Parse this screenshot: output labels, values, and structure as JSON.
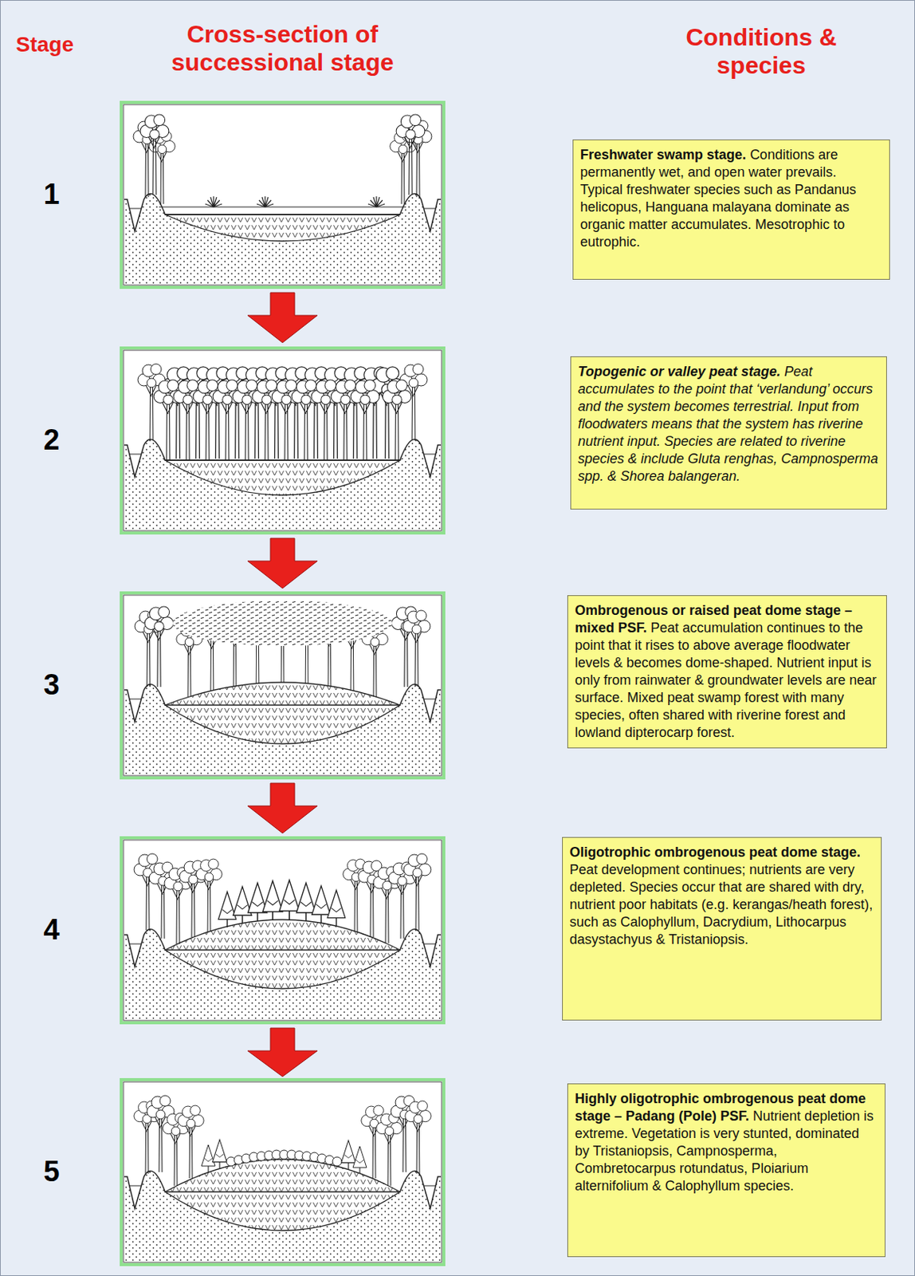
{
  "diagram": {
    "nodes": [
      {
        "text": [
          "Freshwater swamp stage.",
          "Conditions are permanently wet, and open water prevails. Typical freshwater species such as Pandanus helicopus, Hanguana malayana dominate as organic matter accumulates. Mesotrophic to eutrophic."
        ]
      },
      {
        "text": [
          "Topogenic or valley peat stage.",
          "Peat accumulates to the point that ‘verlandung’ occurs and the system becomes terrestrial. Input from floodwaters means that the system has riverine nutrient input. Species are related to riverine species & include Gluta renghas, Campnosperma spp. & Shorea balangeran."
        ]
      },
      {
        "text": [
          "Ombrogenous or raised peat dome stage – mixed PSF.",
          "Peat accumulation continues to the point that it rises to above average floodwater levels & becomes dome-shaped. Nutrient input is only from rainwater & groundwater levels are near surface. Mixed peat swamp forest with many species, often shared with riverine forest and lowland dipterocarp forest."
        ]
      },
      {
        "text": [
          "Oligotrophic ombrogenous peat dome stage.",
          "Peat development continues; nutrients are very depleted. Species occur that are shared with dry, nutrient poor habitats (e.g. kerangas/heath forest), such as Calophyllum, Dacrydium, Lithocarpus dasystachyus & Tristaniopsis."
        ]
      },
      {
        "text": [
          "Highly oligotrophic ombrogenous peat dome stage – Padang (Pole) PSF.",
          "Nutrient depletion is extreme. Vegetation is very stunted, dominated by Tristaniopsis, Campnosperma, Combretocarpus rotundatus, Ploiarium alternifolium & Calophyllum species."
        ]
      }
    ],
    "labels": [
      "Stage",
      "Cross-section of successional stage",
      "Conditions & species",
      "1",
      "2",
      "3",
      "4",
      "5"
    ]
  }
}
